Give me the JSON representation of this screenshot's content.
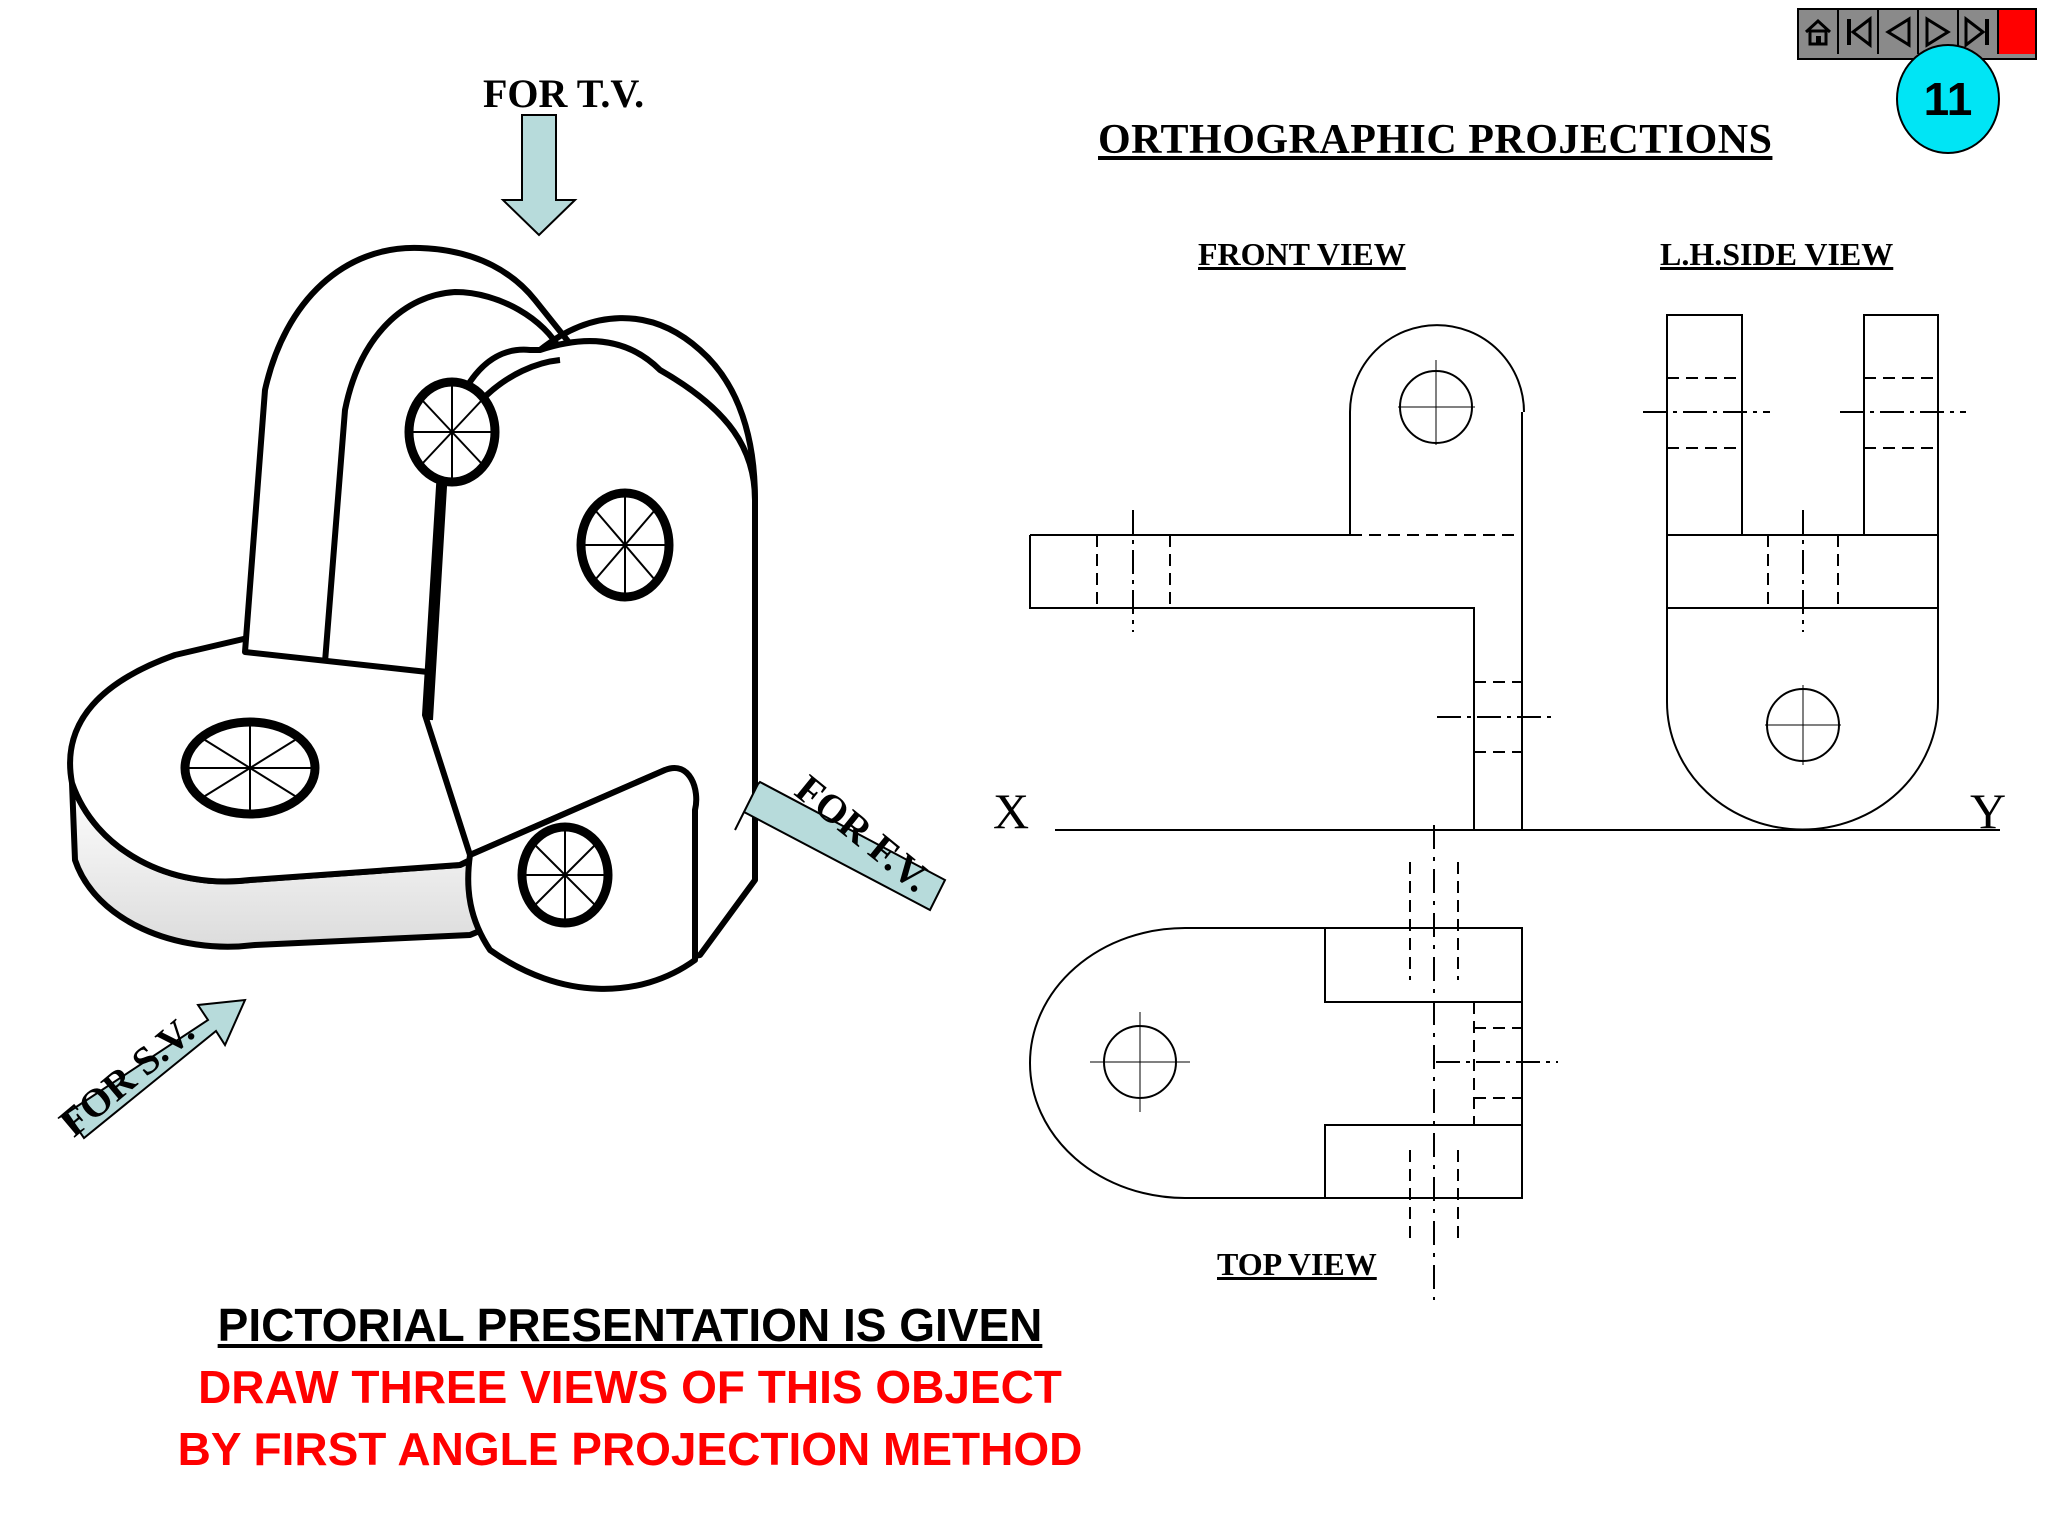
{
  "navigation": {
    "buttons": [
      {
        "name": "home-icon"
      },
      {
        "name": "first-slide-icon"
      },
      {
        "name": "previous-slide-icon"
      },
      {
        "name": "next-slide-icon"
      },
      {
        "name": "last-slide-icon"
      },
      {
        "name": "stop-icon"
      }
    ],
    "page_number": "11"
  },
  "title": "ORTHOGRAPHIC PROJECTIONS",
  "views": {
    "front": "FRONT VIEW",
    "side": "L.H.SIDE VIEW",
    "top": "TOP VIEW"
  },
  "directions": {
    "tv": "FOR T.V.",
    "fv": "FOR F.V.",
    "sv": "FOR S.V."
  },
  "reference_line": {
    "left": "X",
    "right": "Y"
  },
  "footer": {
    "line1": "PICTORIAL PRESENTATION IS GIVEN",
    "line2": "DRAW THREE VIEWS OF THIS OBJECT",
    "line3": "BY FIRST ANGLE PROJECTION METHOD"
  },
  "colors": {
    "arrow_fill": "#b7dbdb",
    "badge": "#00e5f5",
    "instruction_red": "#ff0000"
  }
}
